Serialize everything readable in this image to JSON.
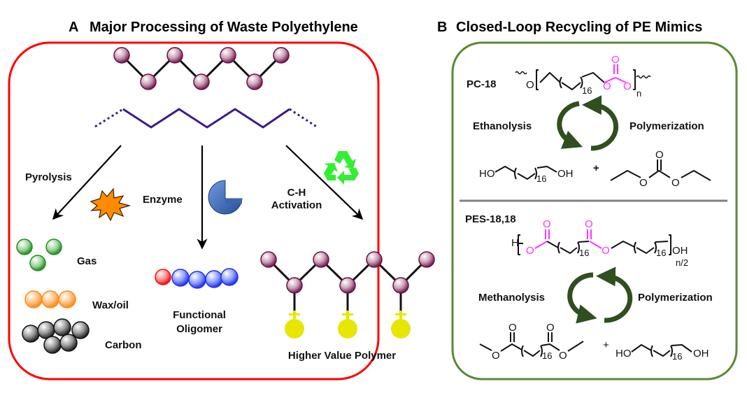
{
  "panel_a": {
    "letter": "A",
    "title": "Major Processing of Waste Polyethylene",
    "border_color": "#ff0000",
    "routes": [
      {
        "label": "Pyrolysis",
        "icon": "explosion-icon",
        "icon_color": "#ff8c00"
      },
      {
        "label": "Enzyme",
        "icon": "enzyme-pacman-icon",
        "icon_color": "#3b6db8"
      },
      {
        "label_line1": "C-H",
        "label_line2": "Activation",
        "icon": "recycle-icon",
        "icon_color": "#33ee33"
      }
    ],
    "products": {
      "gas": "Gas",
      "wax": "Wax/oil",
      "carbon": "Carbon",
      "oligomer_line1": "Functional",
      "oligomer_line2": "Oligomer",
      "polymer": "Higher Value Polymer"
    },
    "colors": {
      "pe_atom": "#8b1a5a",
      "pe_chain": "#3a1a8a",
      "gas": "#1f8f1f",
      "wax": "#ff8c1a",
      "carbon": "#333333",
      "oligomer_end": "#ee1111",
      "oligomer_body": "#2233ee",
      "functional_group": "#e6e600"
    }
  },
  "panel_b": {
    "letter": "B",
    "title": "Closed-Loop Recycling of PE Mimics",
    "border_color": "#5a8a32",
    "cycle_color": "#2f4f1f",
    "highlight_color": "#ff33ff",
    "pc18": {
      "name": "PC-18",
      "repeat_count": "16",
      "subscript": "n",
      "left_reaction": "Ethanolysis",
      "right_reaction": "Polymerization",
      "monomer1": {
        "left": "HO",
        "right": "OH",
        "count": "16"
      },
      "plus": "+",
      "monomer2_atoms": [
        "O",
        "O",
        "O"
      ]
    },
    "pes1818": {
      "name": "PES-18,18",
      "end_h": "H",
      "end_oh": "OH",
      "count1": "16",
      "count2": "16",
      "subscript": "n/2",
      "left_reaction": "Methanolysis",
      "right_reaction": "Polymerization",
      "monomer1": {
        "count": "16"
      },
      "plus": "+",
      "monomer2": {
        "left": "HO",
        "right": "OH",
        "count": "16"
      }
    },
    "atom_o": "O"
  }
}
